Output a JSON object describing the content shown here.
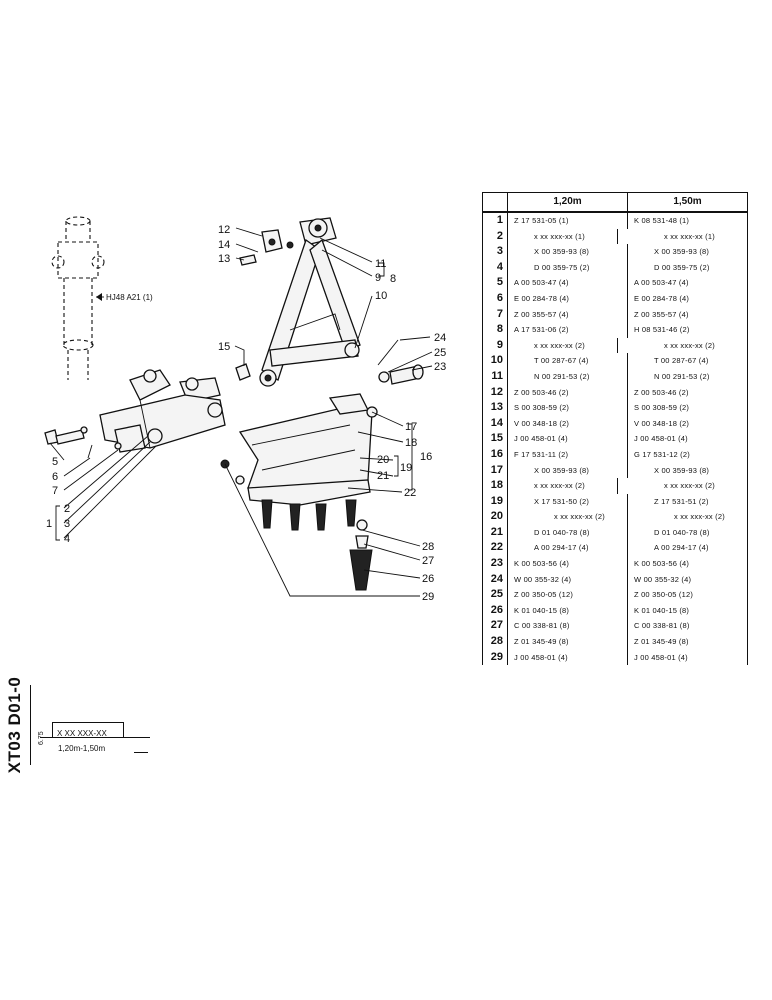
{
  "table": {
    "header": [
      "1,20m",
      "1,50m"
    ],
    "rows": [
      {
        "n": "1",
        "a": "Z 17 531-05 (1)",
        "b": "K 08 531-48 (1)"
      },
      {
        "n": "2",
        "a": "x xx xxx-xx (1)",
        "b": "x xx xxx-xx (1)"
      },
      {
        "n": "3",
        "a": "X 00 359-93 (8)",
        "b": "X 00 359-93 (8)"
      },
      {
        "n": "4",
        "a": "D 00 359-75 (2)",
        "b": "D 00 359-75 (2)"
      },
      {
        "n": "5",
        "a": "A 00 503-47 (4)",
        "b": "A 00 503-47 (4)"
      },
      {
        "n": "6",
        "a": "E 00 284-78 (4)",
        "b": "E 00 284-78 (4)"
      },
      {
        "n": "7",
        "a": "Z 00 355-57 (4)",
        "b": "Z 00 355-57 (4)"
      },
      {
        "n": "8",
        "a": "A 17 531-06 (2)",
        "b": "H 08 531-46 (2)"
      },
      {
        "n": "9",
        "a": "x xx xxx-xx (2)",
        "b": "x xx xxx-xx (2)"
      },
      {
        "n": "10",
        "a": "T 00 287-67 (4)",
        "b": "T 00 287-67 (4)"
      },
      {
        "n": "11",
        "a": "N 00 291-53 (2)",
        "b": "N 00 291-53 (2)"
      },
      {
        "n": "12",
        "a": "Z 00 503-46 (2)",
        "b": "Z 00 503-46 (2)"
      },
      {
        "n": "13",
        "a": "S 00 308-59 (2)",
        "b": "S 00 308-59 (2)"
      },
      {
        "n": "14",
        "a": "V 00 348-18 (2)",
        "b": "V 00 348-18 (2)"
      },
      {
        "n": "15",
        "a": "J 00 458-01 (4)",
        "b": "J 00 458-01 (4)"
      },
      {
        "n": "16",
        "a": "F 17 531-11 (2)",
        "b": "G 17 531-12 (2)"
      },
      {
        "n": "17",
        "a": "X 00 359-93 (8)",
        "b": "X 00 359-93 (8)"
      },
      {
        "n": "18",
        "a": "x xx xxx-xx (2)",
        "b": "x xx xxx-xx (2)"
      },
      {
        "n": "19",
        "a": "X 17 531-50 (2)",
        "b": "Z 17 531-51 (2)"
      },
      {
        "n": "20",
        "a": "x xx xxx-xx (2)",
        "b": "x xx xxx-xx (2)"
      },
      {
        "n": "21",
        "a": "D 01 040-78 (8)",
        "b": "D 01 040-78 (8)"
      },
      {
        "n": "22",
        "a": "A 00 294-17 (4)",
        "b": "A 00 294-17 (4)"
      },
      {
        "n": "23",
        "a": "K 00 503-56 (4)",
        "b": "K 00 503-56 (4)"
      },
      {
        "n": "24",
        "a": "W 00 355-32 (4)",
        "b": "W 00 355-32 (4)"
      },
      {
        "n": "25",
        "a": "Z 00 350-05 (12)",
        "b": "Z 00 350-05 (12)"
      },
      {
        "n": "26",
        "a": "K 01 040-15 (8)",
        "b": "K 01 040-15 (8)"
      },
      {
        "n": "27",
        "a": "C 00 338-81 (8)",
        "b": "C 00 338-81 (8)"
      },
      {
        "n": "28",
        "a": "Z 01 345-49 (8)",
        "b": "Z 01 345-49 (8)"
      },
      {
        "n": "29",
        "a": "J 00 458-01 (4)",
        "b": "J 00 458-01 (4)"
      }
    ]
  },
  "drawing": {
    "cylinder_callout": "HJ48  A21 (1)",
    "labels": [
      "12",
      "14",
      "13",
      "11",
      "9",
      "8",
      "10",
      "15",
      "24",
      "25",
      "23",
      "17",
      "18",
      "20",
      "19",
      "16",
      "21",
      "22",
      "28",
      "27",
      "26",
      "29",
      "2",
      "3",
      "4",
      "1",
      "5",
      "6",
      "7"
    ]
  },
  "title_block": {
    "doc_id": "XT03 D01-0",
    "date": "6.75",
    "part_number": "X XX XXX-XX",
    "sizes": "1,20m-1,50m"
  }
}
